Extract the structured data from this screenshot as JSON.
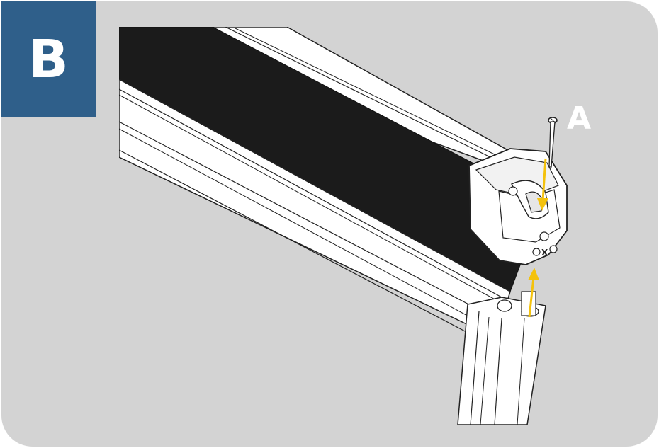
{
  "step": {
    "letter": "B"
  },
  "callout": {
    "label": "A"
  },
  "marks": {
    "cap": "X"
  },
  "colors": {
    "panel_background": "#d3d3d3",
    "badge_background": "#2f5f8a",
    "label_text": "#ffffff",
    "arrow": "#f4c20d",
    "fabric": "#1b1b1b"
  },
  "icons": [
    "screw-icon",
    "down-arrow-icon",
    "up-arrow-icon"
  ]
}
